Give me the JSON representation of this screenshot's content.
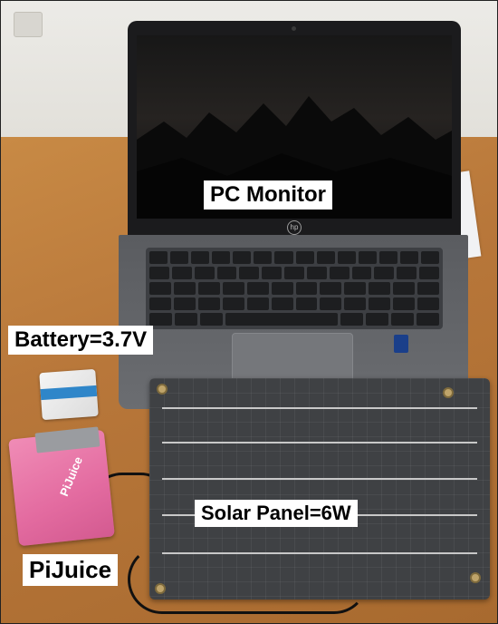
{
  "labels": {
    "pc_monitor": "PC Monitor",
    "battery": "Battery=3.7V",
    "solar_panel": "Solar Panel=6W",
    "pijuice": "PiJuice"
  },
  "device_marks": {
    "pijuice_logo": "PiJuice"
  },
  "colors": {
    "desk": "#b8773a",
    "wall": "#e6e4de",
    "laptop": "#5f6165",
    "solar_panel": "#3f4144",
    "pijuice": "#e36ba0",
    "label_background": "#ffffff",
    "label_text": "#000000"
  }
}
